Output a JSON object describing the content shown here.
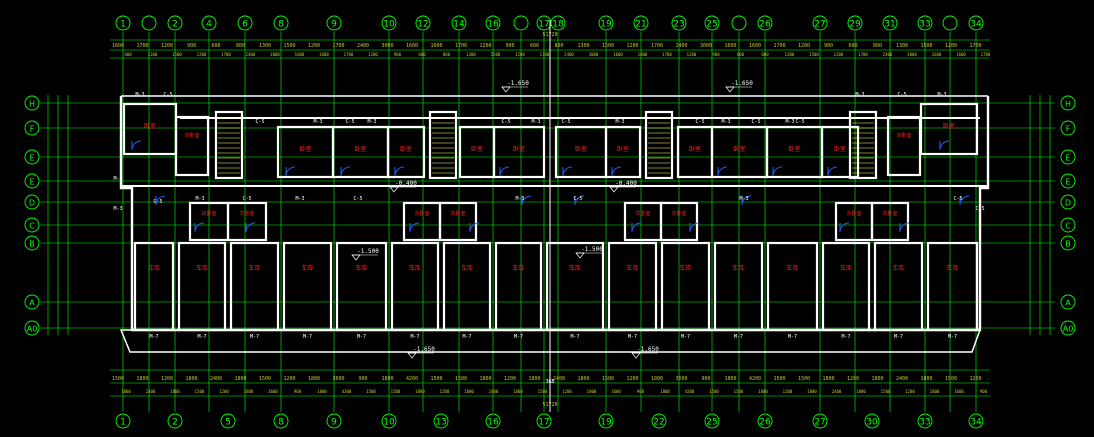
{
  "colors": {
    "background": "#000000",
    "grid": "#00ff00",
    "wall": "#ffffff",
    "room_label": "#ff2020",
    "dimension": "#c8c832",
    "door_window": "#2060ff",
    "elevation_text": "#ffffff",
    "stair": "#ffff66",
    "axis_bubble": "#00ff00"
  },
  "vertical_axes_top": [
    "1",
    "",
    "2",
    "4",
    "6",
    "8",
    "9",
    "10",
    "12",
    "14",
    "16",
    "",
    "17",
    "18",
    "19",
    "21",
    "23",
    "25",
    "",
    "26",
    "27",
    "29",
    "31",
    "33",
    "",
    "34"
  ],
  "vertical_axes_bottom": [
    "1",
    "2",
    "5",
    "8",
    "9",
    "10",
    "13",
    "16",
    "17",
    "19",
    "22",
    "25",
    "26",
    "27",
    "30",
    "33",
    "34"
  ],
  "horizontal_axes": [
    "H",
    "F",
    "E",
    "E",
    "D",
    "C",
    "B",
    "A",
    "A0"
  ],
  "room_labels": {
    "bedroom": "卧室",
    "small_room": "次卧室",
    "garage": "车库"
  },
  "door_tags": [
    "M-3",
    "M-7",
    "C-5",
    "C-3"
  ],
  "elevations": {
    "top_left": "-1.650",
    "top_right": "-1.650",
    "mid_left": "-0.400",
    "mid_right": "-0.400",
    "garage_left": "-1.500",
    "garage_right": "-1.500",
    "bottom_left": "-1.650",
    "bottom_right": "-1.650"
  },
  "dimension_strings": {
    "top_row": [
      "1600",
      "1700",
      "1200",
      "900",
      "600",
      "800",
      "1300",
      "1500",
      "1200",
      "1700",
      "2400",
      "3000",
      "1600"
    ],
    "bottom_row": [
      "1500",
      "1800",
      "1200",
      "1800",
      "2400",
      "1800",
      "1500",
      "1200",
      "1800",
      "3600",
      "900",
      "1800",
      "4200",
      "1500"
    ],
    "overall_total": "51720",
    "overall_total_bottom": "51720"
  },
  "centre_mark": "3GB"
}
